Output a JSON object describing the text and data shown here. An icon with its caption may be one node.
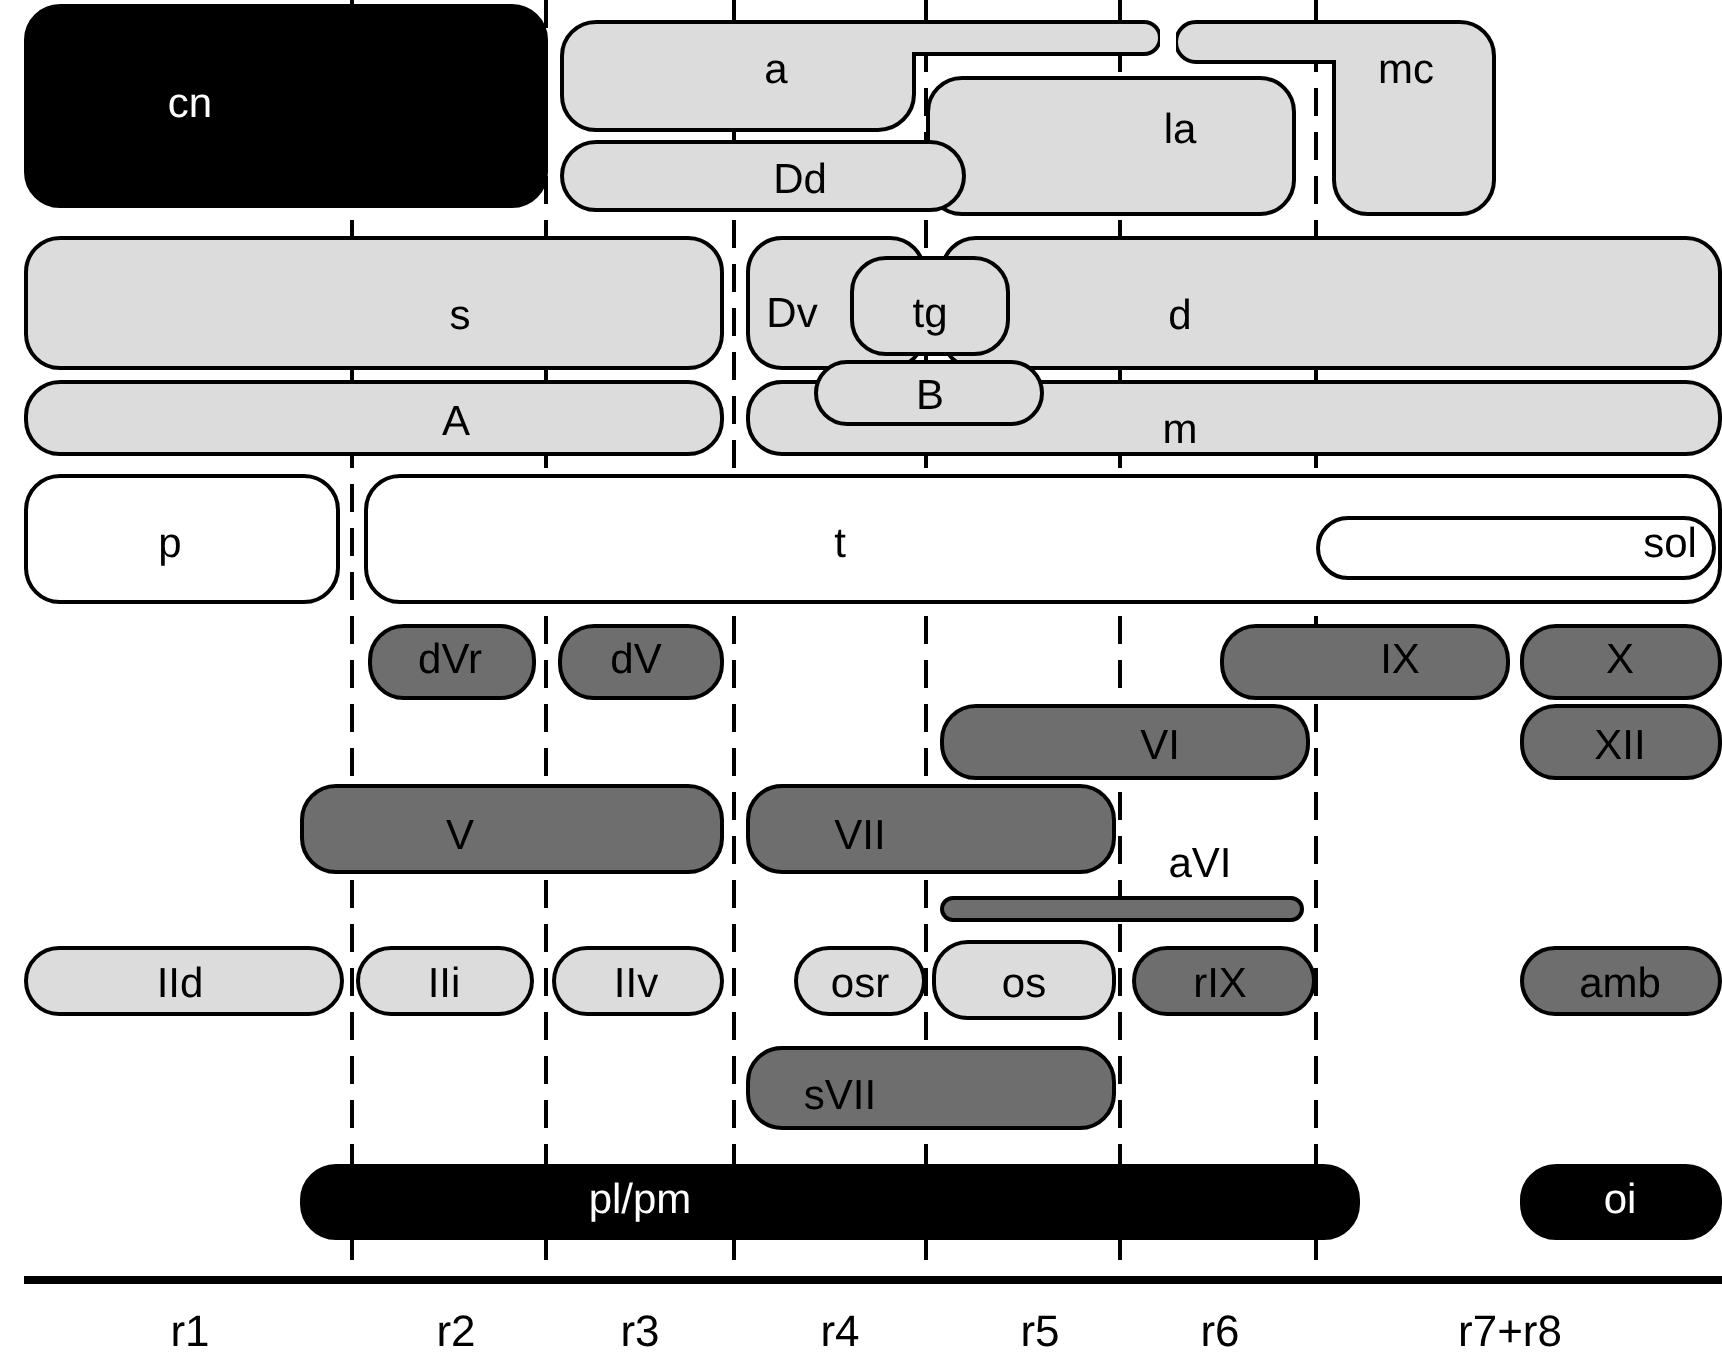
{
  "diagram": {
    "nodes": [
      {
        "text": [
          "cn"
        ]
      },
      {
        "text": [
          "a"
        ]
      },
      {
        "text": [
          "mc"
        ]
      },
      {
        "text": [
          "la"
        ]
      },
      {
        "text": [
          "Dd"
        ]
      },
      {
        "text": [
          "s"
        ]
      },
      {
        "text": [
          "Dv"
        ]
      },
      {
        "text": [
          "tg"
        ]
      },
      {
        "text": [
          "d"
        ]
      },
      {
        "text": [
          "A"
        ]
      },
      {
        "text": [
          "B"
        ]
      },
      {
        "text": [
          "m"
        ]
      },
      {
        "text": [
          "p"
        ]
      },
      {
        "text": [
          "t"
        ]
      },
      {
        "text": [
          "sol"
        ],
        "in": 13
      },
      {
        "text": [
          "dVr"
        ]
      },
      {
        "text": [
          "dV"
        ]
      },
      {
        "text": [
          "IX"
        ]
      },
      {
        "text": [
          "X"
        ]
      },
      {
        "text": [
          "VI"
        ]
      },
      {
        "text": [
          "XII"
        ]
      },
      {
        "text": [
          "V"
        ]
      },
      {
        "text": [
          "VII"
        ]
      },
      {
        "text": [
          "aVI"
        ]
      },
      {
        "text": [
          "IId"
        ]
      },
      {
        "text": [
          "IIi"
        ]
      },
      {
        "text": [
          "IIv"
        ]
      },
      {
        "text": [
          "osr"
        ]
      },
      {
        "text": [
          "os"
        ]
      },
      {
        "text": [
          "rIX"
        ]
      },
      {
        "text": [
          "amb"
        ]
      },
      {
        "text": [
          "sVII"
        ]
      },
      {
        "text": [
          "pl/pm"
        ]
      },
      {
        "text": [
          "oi"
        ]
      }
    ],
    "edges": [],
    "labels": [
      "r1",
      "r2",
      "r3",
      "r4",
      "r5",
      "r6",
      "r7+r8"
    ]
  }
}
